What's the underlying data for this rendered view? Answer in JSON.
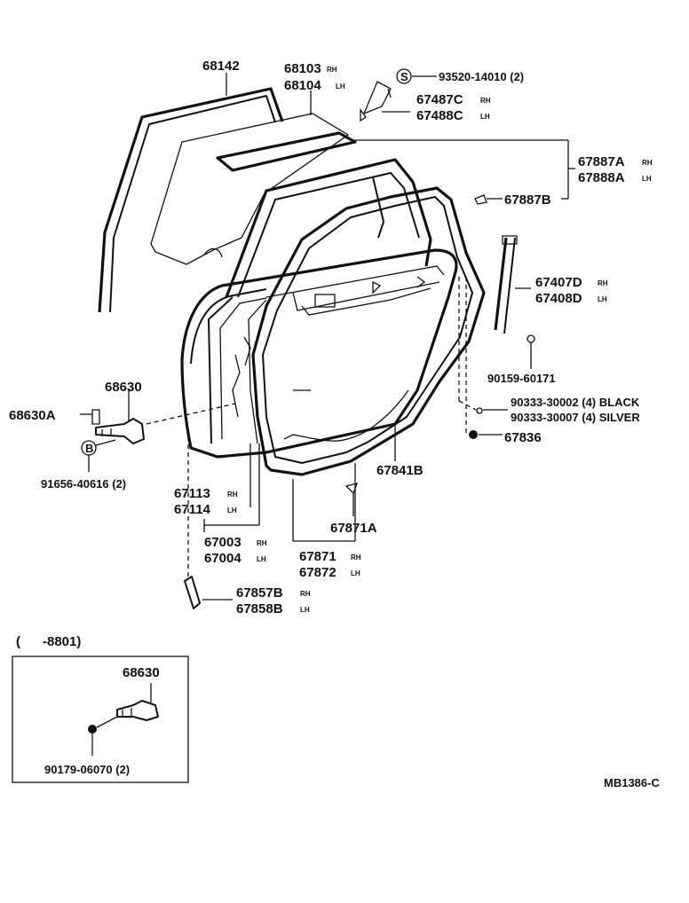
{
  "labels": {
    "p68142": "68142",
    "p68103": "68103",
    "p68104": "68104",
    "p93520": "93520-14010 (2)",
    "p67487c": "67487C",
    "p67488c": "67488C",
    "p67887a": "67887A",
    "p67888a": "67888A",
    "p67887b": "67887B",
    "p67407d": "67407D",
    "p67408d": "67408D",
    "p90159": "90159-60171",
    "p90333a": "90333-30002 (4) BLACK",
    "p90333b": "90333-30007 (4) SILVER",
    "p67836": "67836",
    "p68630": "68630",
    "p68630a": "68630A",
    "p91656": "91656-40616 (2)",
    "p67841b": "67841B",
    "p67113": "67113",
    "p67114": "67114",
    "p67003": "67003",
    "p67004": "67004",
    "p67871a": "67871A",
    "p67871": "67871",
    "p67872": "67872",
    "p67857b": "67857B",
    "p67858b": "67858B",
    "inset_range": "(      -8801)",
    "inset_68630": "68630",
    "inset_90179": "90179-06070 (2)",
    "figure_code": "MB1386-C"
  },
  "side_marks": {
    "rh": "RH",
    "lh": "LH"
  },
  "symbols": {
    "s_circle": "S",
    "b_circle": "B"
  }
}
